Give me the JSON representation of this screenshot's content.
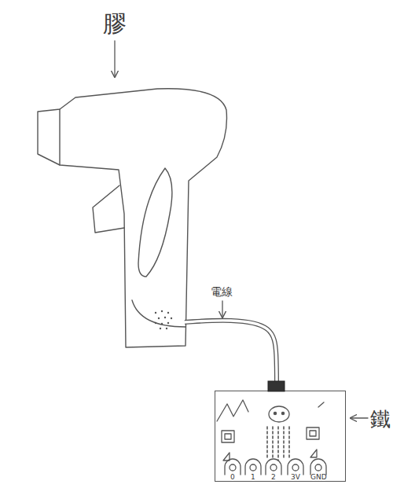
{
  "diagram": {
    "nodes": [
      {
        "text": [
          "膠"
        ]
      },
      {
        "text": [
          "鐵"
        ]
      }
    ],
    "edges": [
      {
        "from": 0,
        "to": 1,
        "arrow": "none",
        "label": "電線"
      }
    ],
    "labels": [
      "0",
      "1",
      "2",
      "3V",
      "GND"
    ]
  }
}
